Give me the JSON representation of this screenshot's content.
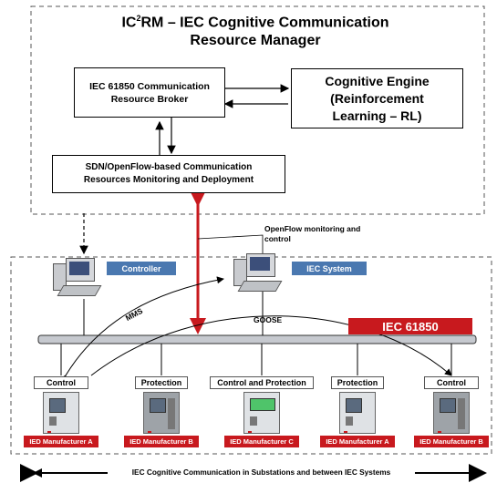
{
  "title": {
    "prefix": "IC",
    "sup": "2",
    "rest": "RM – IEC Cognitive Communication",
    "line2": "Resource Manager"
  },
  "broker_box": {
    "line1": "IEC 61850 Communication",
    "line2": "Resource Broker"
  },
  "cognitive_box": {
    "line1": "Cognitive Engine",
    "line2": "(Reinforcement",
    "line3": "Learning – RL)"
  },
  "sdn_box": {
    "line1": "SDN/OpenFlow-based Communication",
    "line2": "Resources Monitoring and Deployment"
  },
  "openflow_note": {
    "line1": "OpenFlow monitoring and",
    "line2": "control"
  },
  "controller_label": "Controller",
  "iec_system_label": "IEC System",
  "bus_label": "IEC 61850",
  "mms_label": "MMS",
  "goose_label": "GOOSE",
  "devices": [
    {
      "role": "Control",
      "manufacturer": "IED Manufacturer A"
    },
    {
      "role": "Protection",
      "manufacturer": "IED Manufacturer B"
    },
    {
      "role": "Control and Protection",
      "manufacturer": "IED Manufacturer C"
    },
    {
      "role": "Protection",
      "manufacturer": "IED Manufacturer A"
    },
    {
      "role": "Control",
      "manufacturer": "IED Manufacturer B"
    }
  ],
  "bottom_caption": "IEC Cognitive Communication in Substations and between IEC Systems",
  "colors": {
    "bus_label_bg": "#c8191e",
    "manufacturer_bg": "#c8191e",
    "blue_label_bg": "#4a78b0",
    "red_arrow": "#c8191e"
  }
}
